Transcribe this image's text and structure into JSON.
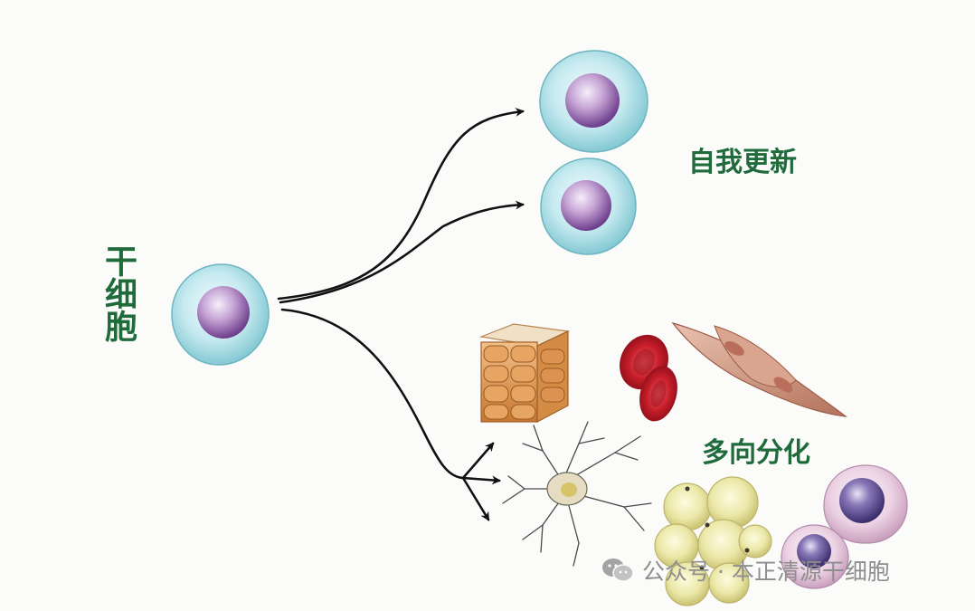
{
  "labels": {
    "stem_cell": "干细胞",
    "self_renewal": "自我更新",
    "differentiation": "多向分化"
  },
  "watermark": {
    "icon": "wechat-icon",
    "text": "公众号 · 本正清源干细胞"
  },
  "colors": {
    "label_green": "#1f6b3c",
    "cell_cyan": "#8fd1da",
    "nucleus_purple": "#a27ab8",
    "red_blood_cell": "#c81e2a",
    "fat_cell": "#e8e6a2",
    "muscle_cell": "#c98a72",
    "epithelial": "#d8934a"
  }
}
